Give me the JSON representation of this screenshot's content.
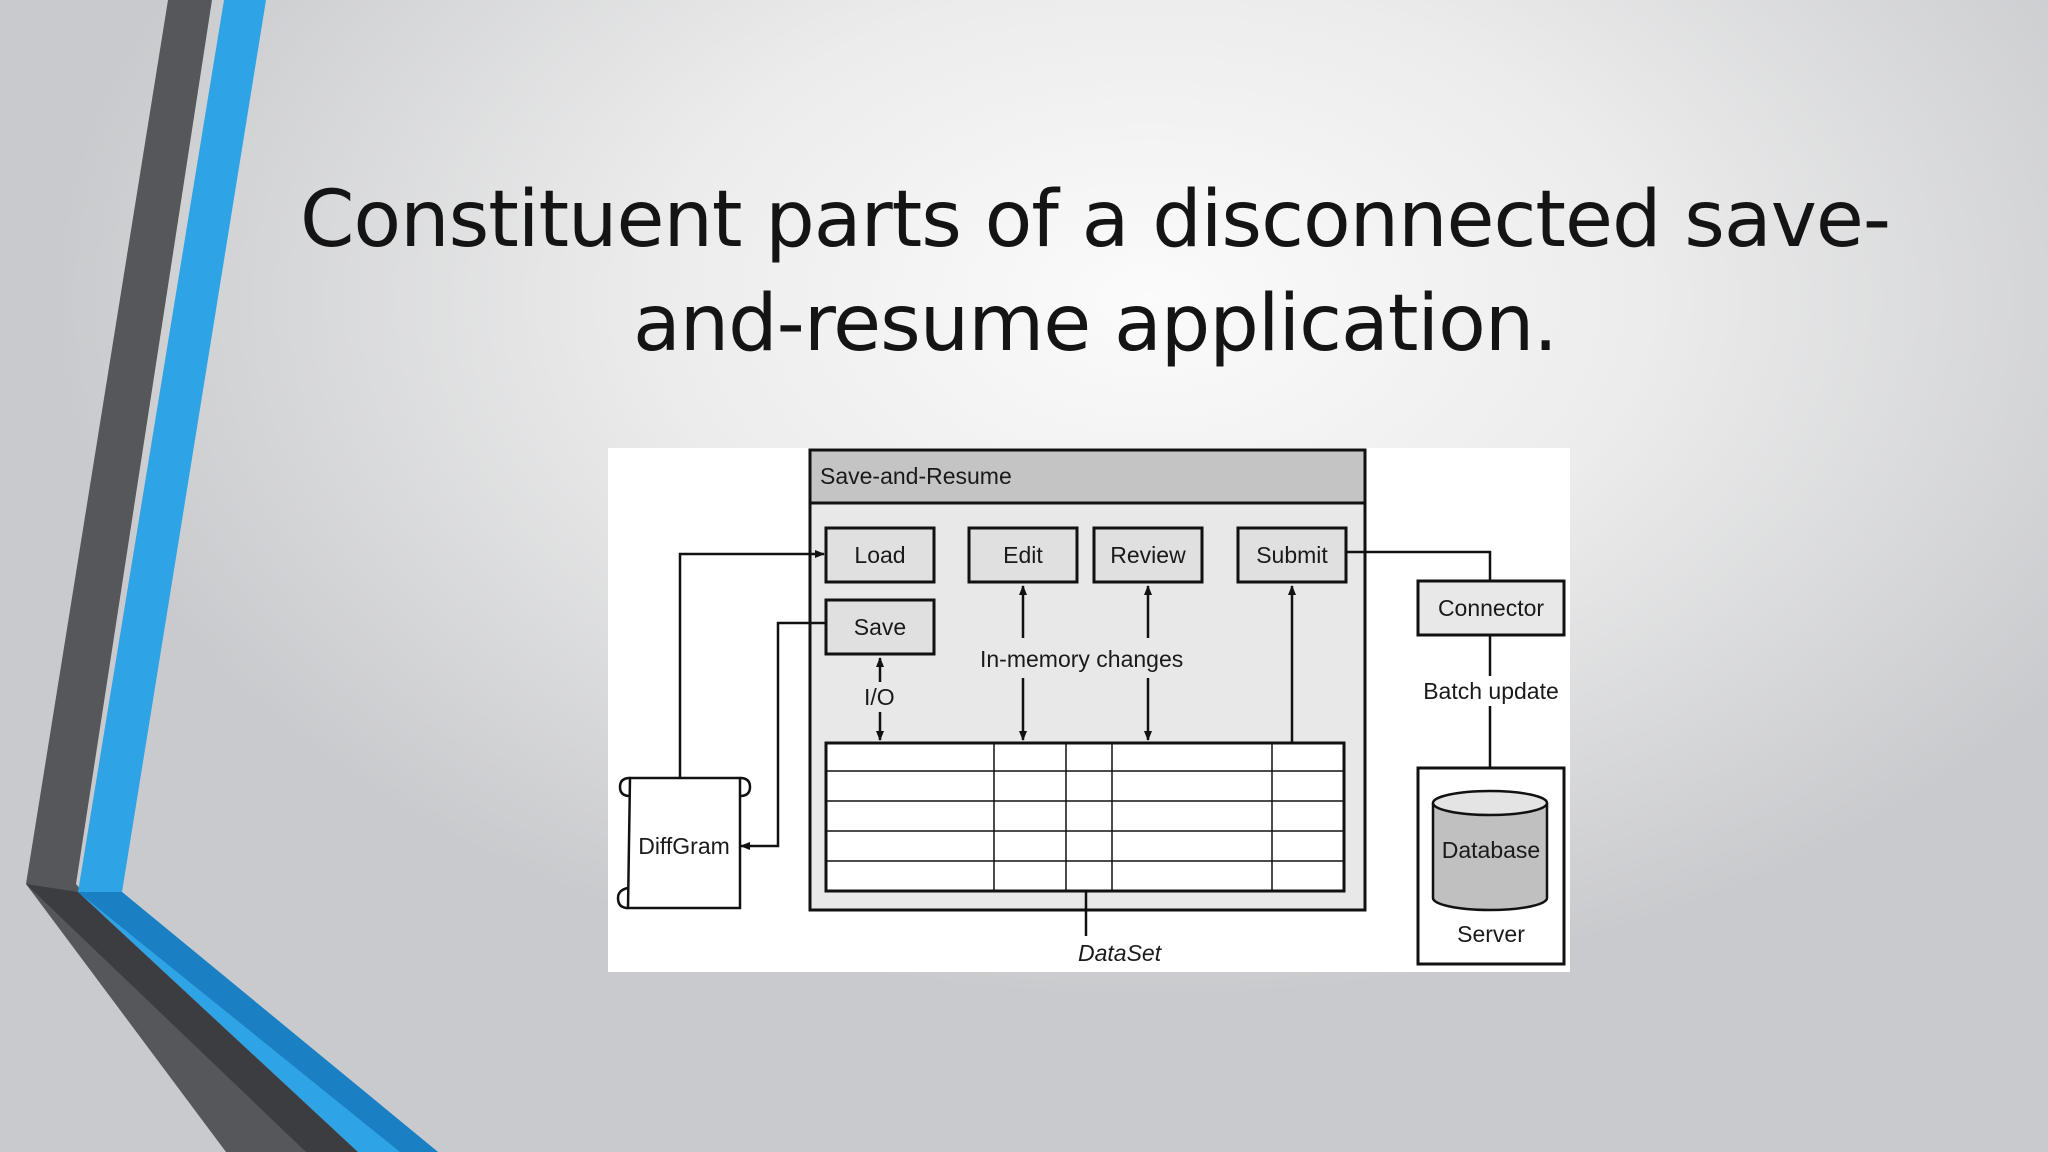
{
  "slide": {
    "title": "Constituent parts of a disconnected save-and-resume application."
  },
  "diagram": {
    "container_label": "Save-and-Resume",
    "actions": {
      "load": "Load",
      "edit": "Edit",
      "review": "Review",
      "submit": "Submit",
      "save": "Save"
    },
    "io_label": "I/O",
    "in_memory_label": "In-memory changes",
    "diffgram_label": "DiffGram",
    "dataset_label": "DataSet",
    "connector_label": "Connector",
    "batch_update_label": "Batch update",
    "database_label": "Database",
    "server_label": "Server"
  },
  "colors": {
    "accent_blue": "#2ea3e6",
    "accent_dark": "#55575a",
    "accent_blue_dark": "#1a7fc3",
    "box_fill": "#e6e6e6",
    "header_fill": "#c4c4c4"
  }
}
